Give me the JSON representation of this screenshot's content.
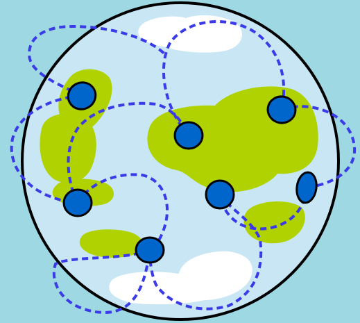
{
  "colors": {
    "background": "#9ed8e3",
    "globe_fill": "#c9e6f4",
    "globe_outline": "#000000",
    "land": "#b0d200",
    "cloud": "#ffffff",
    "satellite_node": "#0066cc",
    "orbit_link": "#3a3ae8"
  },
  "diagram": {
    "globe": {
      "icon": "earth-globe"
    },
    "continents": [
      {
        "name": "northwest-landmass"
      },
      {
        "name": "west-landmass"
      },
      {
        "name": "small-west-island"
      },
      {
        "name": "southwest-island"
      },
      {
        "name": "central-landmass"
      },
      {
        "name": "east-island"
      }
    ],
    "clouds": [
      {
        "name": "top-cloud"
      },
      {
        "name": "bottom-cloud"
      }
    ],
    "nodes": [
      {
        "name": "node-northwest"
      },
      {
        "name": "node-center"
      },
      {
        "name": "node-northeast"
      },
      {
        "name": "node-west"
      },
      {
        "name": "node-south-center"
      },
      {
        "name": "node-east"
      },
      {
        "name": "node-south"
      }
    ],
    "links": [
      {
        "name": "orbit-loop-upper-left"
      },
      {
        "name": "orbit-loop-left"
      },
      {
        "name": "orbit-loop-center-arc"
      },
      {
        "name": "orbit-loop-top-right"
      },
      {
        "name": "orbit-loop-right"
      },
      {
        "name": "orbit-loop-lower-left"
      },
      {
        "name": "orbit-loop-lower-right"
      },
      {
        "name": "orbit-loop-bottom"
      },
      {
        "name": "orbit-loop-bottom-right"
      }
    ]
  }
}
